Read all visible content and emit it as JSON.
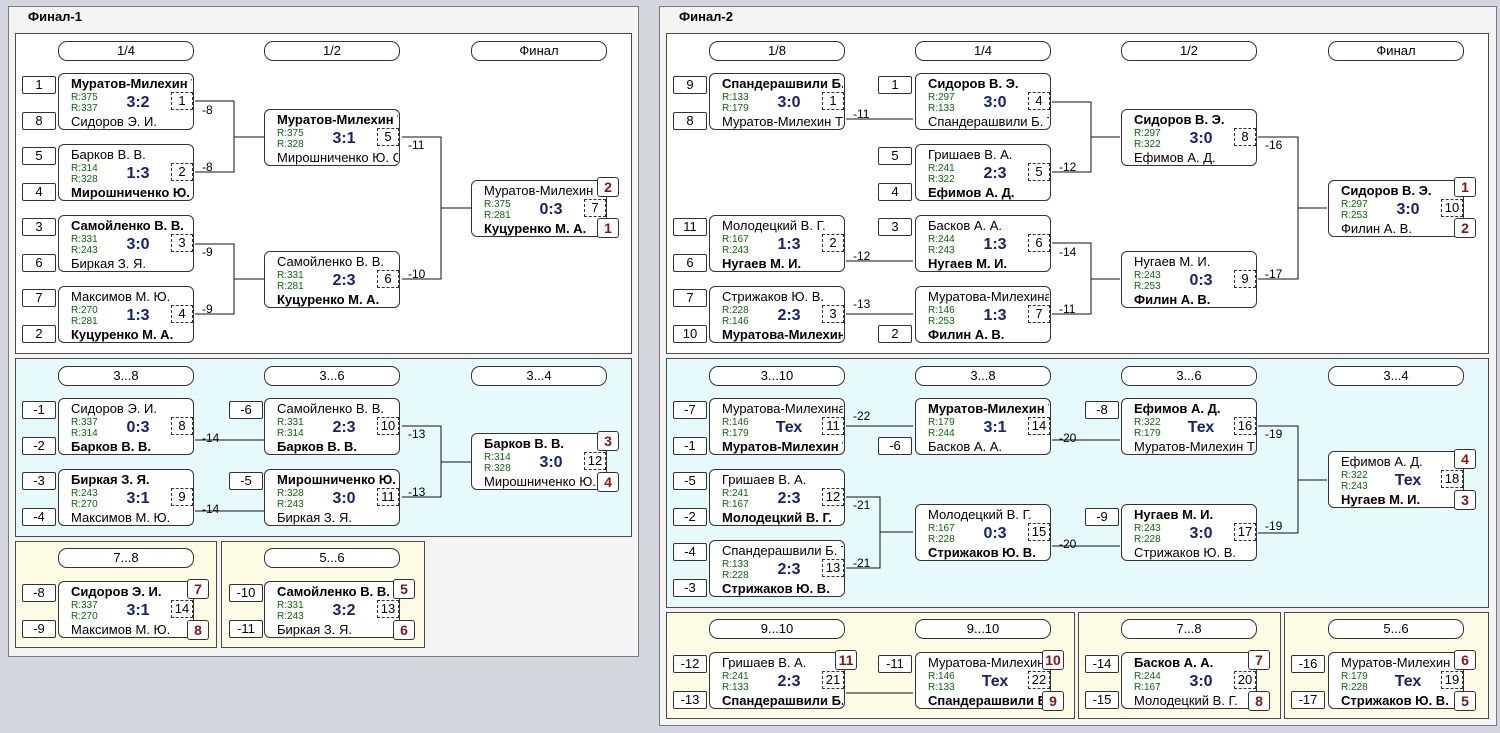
{
  "panels": [
    {
      "title": "Финал-1"
    },
    {
      "title": "Финал-2"
    }
  ],
  "rounds": [
    "1/4",
    "1/2",
    "Финал",
    "3...8",
    "3...6",
    "3...4",
    "7...8",
    "5...6",
    "1/8",
    "1/4",
    "1/2",
    "Финал",
    "3...10",
    "3...8",
    "3...6",
    "3...4",
    "9...10",
    "9...10",
    "7...8",
    "5...6"
  ],
  "seeds": [
    "1",
    "8",
    "5",
    "4",
    "3",
    "6",
    "7",
    "2",
    "-1",
    "-2",
    "-6",
    "-3",
    "-4",
    "-5",
    "-8",
    "-9",
    "-10",
    "-11",
    "9",
    "8",
    "1",
    "5",
    "4",
    "11",
    "6",
    "3",
    "7",
    "10",
    "2",
    "-7",
    "-1",
    "-6",
    "-8",
    "-5",
    "-2",
    "-9",
    "-4",
    "-3",
    "-12",
    "-13",
    "-11",
    "-14",
    "-15",
    "-16",
    "-17"
  ],
  "matches": [
    {
      "p1": "Муратов-Милехин Т. Д.",
      "r1": "R:375",
      "r2": "R:337",
      "p2": "Сидоров Э. И.",
      "score": "3:2",
      "no": "1",
      "w": 1
    },
    {
      "p1": "Барков В. В.",
      "r1": "R:314",
      "r2": "R:328",
      "p2": "Мирошниченко Ю. С.",
      "score": "1:3",
      "no": "2",
      "w": 2
    },
    {
      "p1": "Самойленко В. В.",
      "r1": "R:331",
      "r2": "R:243",
      "p2": "Биркая З. Я.",
      "score": "3:0",
      "no": "3",
      "w": 1
    },
    {
      "p1": "Максимов М. Ю.",
      "r1": "R:270",
      "r2": "R:281",
      "p2": "Куцуренко М. А.",
      "score": "1:3",
      "no": "4",
      "w": 2
    },
    {
      "p1": "Муратов-Милехин Т. Д.",
      "r1": "R:375",
      "r2": "R:328",
      "p2": "Мирошниченко Ю. С.",
      "score": "3:1",
      "no": "5",
      "w": 1
    },
    {
      "p1": "Самойленко В. В.",
      "r1": "R:331",
      "r2": "R:281",
      "p2": "Куцуренко М. А.",
      "score": "2:3",
      "no": "6",
      "w": 2
    },
    {
      "p1": "Муратов-Милехин Т. Д.",
      "r1": "R:375",
      "r2": "R:281",
      "p2": "Куцуренко М. А.",
      "score": "0:3",
      "no": "7",
      "w": 2
    },
    {
      "p1": "Сидоров Э. И.",
      "r1": "R:337",
      "r2": "R:314",
      "p2": "Барков В. В.",
      "score": "0:3",
      "no": "8",
      "w": 2
    },
    {
      "p1": "Биркая З. Я.",
      "r1": "R:243",
      "r2": "R:270",
      "p2": "Максимов М. Ю.",
      "score": "3:1",
      "no": "9",
      "w": 1
    },
    {
      "p1": "Самойленко В. В.",
      "r1": "R:331",
      "r2": "R:314",
      "p2": "Барков В. В.",
      "score": "2:3",
      "no": "10",
      "w": 2
    },
    {
      "p1": "Мирошниченко Ю. С.",
      "r1": "R:328",
      "r2": "R:243",
      "p2": "Биркая З. Я.",
      "score": "3:0",
      "no": "11",
      "w": 1
    },
    {
      "p1": "Барков В. В.",
      "r1": "R:314",
      "r2": "R:328",
      "p2": "Мирошниченко Ю. С.",
      "score": "3:0",
      "no": "12",
      "w": 1
    },
    {
      "p1": "Сидоров Э. И.",
      "r1": "R:337",
      "r2": "R:270",
      "p2": "Максимов М. Ю.",
      "score": "3:1",
      "no": "14",
      "w": 1
    },
    {
      "p1": "Самойленко В. В.",
      "r1": "R:331",
      "r2": "R:243",
      "p2": "Биркая З. Я.",
      "score": "3:2",
      "no": "13",
      "w": 1
    },
    {
      "p1": "Спандерашвили Б. Т.",
      "r1": "R:133",
      "r2": "R:179",
      "p2": "Муратов-Милехин Т. Д.",
      "score": "3:0",
      "no": "1",
      "w": 1
    },
    {
      "p1": "Сидоров В. Э.",
      "r1": "R:297",
      "r2": "R:133",
      "p2": "Спандерашвили Б. Т.",
      "score": "3:0",
      "no": "4",
      "w": 1
    },
    {
      "p1": "Гришаев В. А.",
      "r1": "R:241",
      "r2": "R:322",
      "p2": "Ефимов А. Д.",
      "score": "2:3",
      "no": "5",
      "w": 2
    },
    {
      "p1": "Молодецкий В. Г.",
      "r1": "R:167",
      "r2": "R:243",
      "p2": "Нугаев М. И.",
      "score": "1:3",
      "no": "2",
      "w": 2
    },
    {
      "p1": "Басков А. А.",
      "r1": "R:244",
      "r2": "R:243",
      "p2": "Нугаев М. И.",
      "score": "1:3",
      "no": "6",
      "w": 2
    },
    {
      "p1": "Стрижаков Ю. В.",
      "r1": "R:228",
      "r2": "R:146",
      "p2": "Муратова-Милехина А. Д.",
      "score": "2:3",
      "no": "3",
      "w": 2
    },
    {
      "p1": "Муратова-Милехина А. Д.",
      "r1": "R:146",
      "r2": "R:253",
      "p2": "Филин А. В.",
      "score": "1:3",
      "no": "7",
      "w": 2
    },
    {
      "p1": "Сидоров В. Э.",
      "r1": "R:297",
      "r2": "R:322",
      "p2": "Ефимов А. Д.",
      "score": "3:0",
      "no": "8",
      "w": 1
    },
    {
      "p1": "Нугаев М. И.",
      "r1": "R:243",
      "r2": "R:253",
      "p2": "Филин А. В.",
      "score": "0:3",
      "no": "9",
      "w": 2
    },
    {
      "p1": "Сидоров В. Э.",
      "r1": "R:297",
      "r2": "R:253",
      "p2": "Филин А. В.",
      "score": "3:0",
      "no": "10",
      "w": 1
    },
    {
      "p1": "Муратова-Милехина А. Д.",
      "r1": "R:146",
      "r2": "R:179",
      "p2": "Муратов-Милехин Т. Д.",
      "score": "Тех",
      "no": "11",
      "w": 2
    },
    {
      "p1": "Муратов-Милехин Т. Д.",
      "r1": "R:179",
      "r2": "R:244",
      "p2": "Басков А. А.",
      "score": "3:1",
      "no": "14",
      "w": 1
    },
    {
      "p1": "Ефимов А. Д.",
      "r1": "R:322",
      "r2": "R:179",
      "p2": "Муратов-Милехин Т. Д.",
      "score": "Тех",
      "no": "16",
      "w": 1
    },
    {
      "p1": "Ефимов А. Д.",
      "r1": "R:322",
      "r2": "R:243",
      "p2": "Нугаев М. И.",
      "score": "Тех",
      "no": "18",
      "w": 2
    },
    {
      "p1": "Гришаев В. А.",
      "r1": "R:241",
      "r2": "R:167",
      "p2": "Молодецкий В. Г.",
      "score": "2:3",
      "no": "12",
      "w": 2
    },
    {
      "p1": "Молодецкий В. Г.",
      "r1": "R:167",
      "r2": "R:228",
      "p2": "Стрижаков Ю. В.",
      "score": "0:3",
      "no": "15",
      "w": 2
    },
    {
      "p1": "Нугаев М. И.",
      "r1": "R:243",
      "r2": "R:228",
      "p2": "Стрижаков Ю. В.",
      "score": "3:0",
      "no": "17",
      "w": 1
    },
    {
      "p1": "Спандерашвили Б. Т.",
      "r1": "R:133",
      "r2": "R:228",
      "p2": "Стрижаков Ю. В.",
      "score": "2:3",
      "no": "13",
      "w": 2
    },
    {
      "p1": "Гришаев В. А.",
      "r1": "R:241",
      "r2": "R:133",
      "p2": "Спандерашвили Б. Т.",
      "score": "2:3",
      "no": "21",
      "w": 2
    },
    {
      "p1": "Муратова-Милехина А. Д.",
      "r1": "R:146",
      "r2": "R:133",
      "p2": "Спандерашвили Б. Т.",
      "score": "Тех",
      "no": "22",
      "w": 2
    },
    {
      "p1": "Басков А. А.",
      "r1": "R:244",
      "r2": "R:167",
      "p2": "Молодецкий В. Г.",
      "score": "3:0",
      "no": "20",
      "w": 1
    },
    {
      "p1": "Муратов-Милехин Т. Д.",
      "r1": "R:179",
      "r2": "R:228",
      "p2": "Стрижаков Ю. В.",
      "score": "Тех",
      "no": "19",
      "w": 2
    }
  ],
  "places": [
    "2",
    "1",
    "3",
    "4",
    "7",
    "8",
    "5",
    "6",
    "1",
    "2",
    "4",
    "3",
    "11",
    "10",
    "9",
    "7",
    "8",
    "6",
    "5"
  ],
  "labels": [
    "-8",
    "-8",
    "-9",
    "-9",
    "-11",
    "-10",
    "-14",
    "-14",
    "-13",
    "-13",
    "-11",
    "-12",
    "-12",
    "-13",
    "-11",
    "-14",
    "-16",
    "-17",
    "-22",
    "-20",
    "-19",
    "-21",
    "-21",
    "-20",
    "-19"
  ],
  "colors": {
    "winner_place": "#8a1414",
    "score": "#17207a",
    "rating": "#007000",
    "section_main": "#ffffff",
    "section_repechage": "#e6fafc",
    "section_classification": "#fefbe4"
  }
}
